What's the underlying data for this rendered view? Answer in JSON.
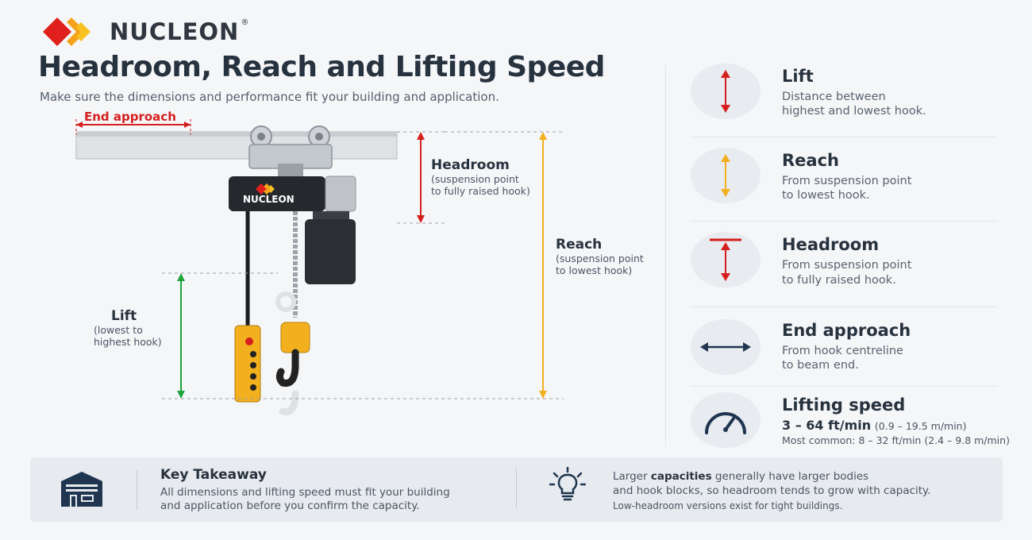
{
  "brand": {
    "name": "NUCLEON",
    "registered": "®"
  },
  "header": {
    "title": "Headroom, Reach and Lifting Speed",
    "subtitle": "Make sure the dimensions and performance fit your building and application."
  },
  "diagram": {
    "end_approach": "End approach",
    "hoist_brand": "NUCLEON",
    "headroom": {
      "title": "Headroom",
      "line1": "(suspension point",
      "line2": "to fully raised hook)"
    },
    "reach": {
      "title": "Reach",
      "line1": "(suspension point",
      "line2": "to lowest hook)"
    },
    "lift": {
      "title": "Lift",
      "line1": "(lowest to",
      "line2": "highest hook)"
    }
  },
  "panel": {
    "items": [
      {
        "icon": "red-vertical-arrow-icon",
        "title": "Lift",
        "line1": "Distance between",
        "line2": "highest and lowest hook."
      },
      {
        "icon": "yellow-vertical-arrow-icon",
        "title": "Reach",
        "line1": "From suspension point",
        "line2": "to lowest hook."
      },
      {
        "icon": "headroom-arrow-icon",
        "title": "Headroom",
        "line1": "From suspension point",
        "line2": "to fully raised hook."
      },
      {
        "icon": "horizontal-arrow-icon",
        "title": "End approach",
        "line1": "From hook centreline",
        "line2": "to beam end."
      }
    ],
    "speed": {
      "icon": "speedometer-icon",
      "title": "Lifting speed",
      "value": "3 – 64 ft/min",
      "value_metric": "(0.9 – 19.5 m/min)",
      "common": "Most common: 8 – 32 ft/min (2.4 – 9.8 m/min)"
    }
  },
  "takeaway": {
    "title": "Key Takeaway",
    "line1": "All dimensions and lifting speed must fit your building",
    "line2": "and application before you confirm the capacity.",
    "tip": {
      "line1_pre": "Larger ",
      "line1_bold": "capacities",
      "line1_post": " generally have larger bodies",
      "line2": "and hook blocks, so headroom tends to grow with capacity.",
      "line3": "Low-headroom versions exist for tight buildings."
    }
  },
  "colors": {
    "red": "#d61e1e",
    "yellow": "#f2b01e",
    "green": "#1fa33a",
    "navy": "#1f3550",
    "text": "#27323f"
  }
}
